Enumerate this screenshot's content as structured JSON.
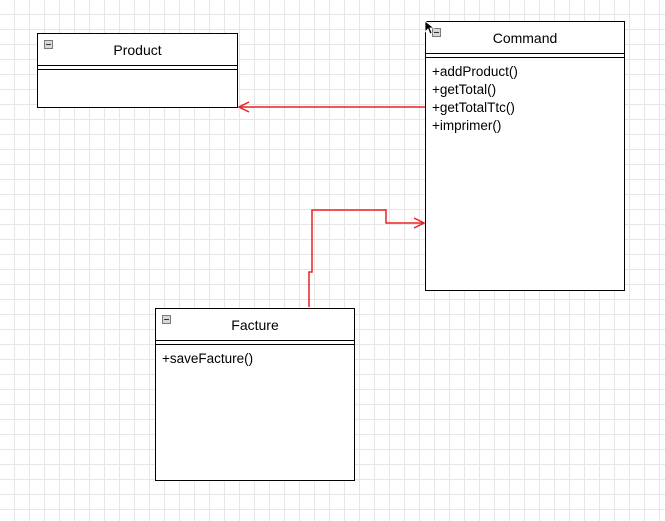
{
  "classes": {
    "product": {
      "name": "Product",
      "operations": []
    },
    "command": {
      "name": "Command",
      "operations": [
        "+addProduct()",
        "+getTotal()",
        "+getTotalTtc()",
        "+imprimer()"
      ]
    },
    "facture": {
      "name": "Facture",
      "operations": [
        "+saveFacture()"
      ]
    }
  },
  "colors": {
    "connector": "#e82424",
    "border": "#000000",
    "grid": "#e6e6e6"
  },
  "icons": {
    "collapse": "collapse-icon",
    "cursor": "mouse-pointer-icon"
  }
}
